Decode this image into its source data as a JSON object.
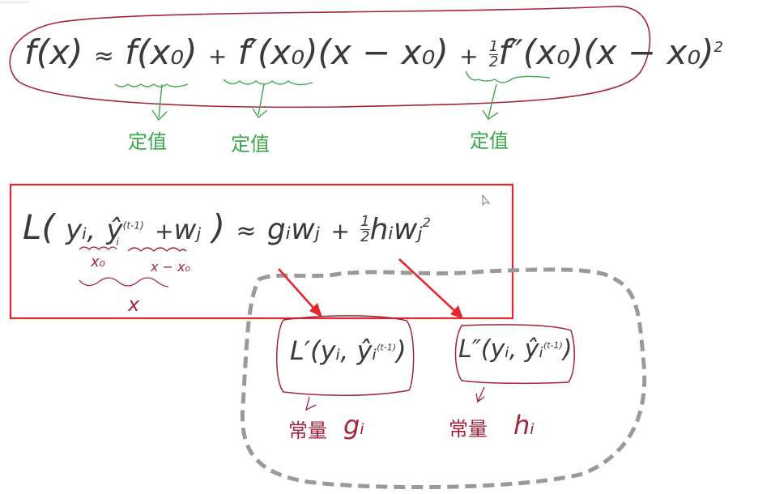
{
  "taylor": {
    "lhs": "f(x)",
    "approx": "≈",
    "term0": "f(x₀)",
    "plus1": "+",
    "term1": "f′(x₀)",
    "term1_factor": "(x − x₀)",
    "plus2": "+",
    "half_num": "1",
    "half_den": "2",
    "term2": "f″(x₀)",
    "term2_factor": "(x − x₀)",
    "term2_exp": "2",
    "annotations": [
      "定值",
      "定值",
      "定值"
    ],
    "colors": {
      "outline": "#a4243b",
      "annotation": "#3aa84a",
      "ink": "#3a3a3a"
    }
  },
  "loss": {
    "lhs_L": "L",
    "lhs_open": "(",
    "yi": "yᵢ,",
    "yhat": "ŷ",
    "yhat_sup": "(t-1)",
    "yhat_sub": "i",
    "plus": "+",
    "wj": "wⱼ",
    "lhs_close": ")",
    "approx": "≈",
    "gi": "gᵢ",
    "wj2": "wⱼ",
    "plus2": "+",
    "half_num": "1",
    "half_den": "2",
    "hi": "hᵢ",
    "wj3": "wⱼ",
    "exp": "2",
    "under_yhat": "x₀",
    "under_wj": "x − x₀",
    "under_all": "x",
    "box_color": "#e8242c"
  },
  "derivatives": {
    "first": {
      "expr": "L′(yᵢ, ŷᵢ",
      "sup": "(t-1)",
      "close": ")",
      "label": "常量",
      "symbol": "gᵢ"
    },
    "second": {
      "expr": "L″(yᵢ, ŷᵢ",
      "sup": "(t-1)",
      "close": ")",
      "label": "常量",
      "symbol": "hᵢ"
    },
    "dashed_color": "#9a9a9a"
  }
}
